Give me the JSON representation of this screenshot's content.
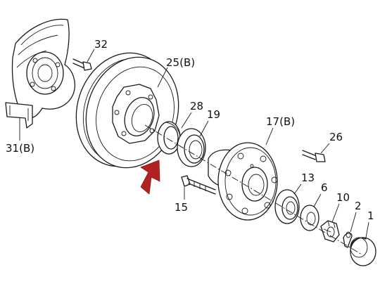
{
  "callouts": {
    "c32": "32",
    "c25": "25(B)",
    "c28": "28",
    "c19": "19",
    "c17": "17(B)",
    "c26": "26",
    "c13": "13",
    "c6": "6",
    "c10": "10",
    "c2": "2",
    "c1": "1",
    "c15": "15",
    "c31": "31(B)"
  },
  "colors": {
    "arrow": "#b22222",
    "line": "#1a1a1a",
    "background": "#ffffff"
  }
}
